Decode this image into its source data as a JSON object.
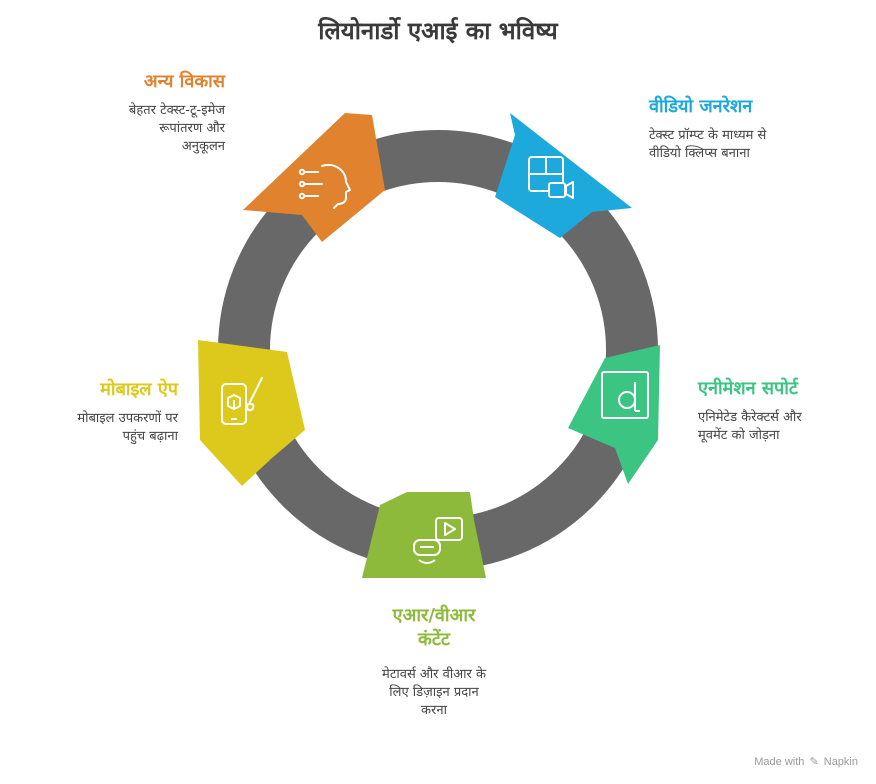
{
  "title": "लियोनार्डो एआई का भविष्य",
  "colors": {
    "ring": "#686868",
    "orange": "#E0822E",
    "blue": "#1EA9DC",
    "green": "#3CC483",
    "lime": "#8DBA3A",
    "yellow": "#DDC91C"
  },
  "nodes": [
    {
      "id": "other",
      "heading": "अन्य विकास",
      "desc": [
        "बेहतर टेक्स्ट-टू-इमेज",
        "रूपांतरण और",
        "अनुकूलन"
      ],
      "icon": "ai-head-icon"
    },
    {
      "id": "video",
      "heading": "वीडियो जनरेशन",
      "desc": [
        "टेक्स्ट प्रॉम्प्ट के माध्यम से",
        "वीडियो क्लिप्स बनाना"
      ],
      "icon": "video-layout-icon"
    },
    {
      "id": "animation",
      "heading": "एनीमेशन सपोर्ट",
      "desc": [
        "एनिमेटेड कैरेक्टर्स और",
        "मूवमेंट को जोड़ना"
      ],
      "icon": "animation-d-icon"
    },
    {
      "id": "arvr",
      "heading_lines": [
        "एआर/वीआर",
        "कंटेंट"
      ],
      "desc": [
        "मेटावर्स और वीआर के",
        "लिए डिज़ाइन प्रदान",
        "करना"
      ],
      "icon": "vr-headset-icon"
    },
    {
      "id": "mobile",
      "heading": "मोबाइल ऐप",
      "desc": [
        "मोबाइल उपकरणों पर",
        "पहुंच बढ़ाना"
      ],
      "icon": "mobile-design-icon"
    }
  ],
  "credit": {
    "prefix": "Made with",
    "brand": "Napkin"
  }
}
